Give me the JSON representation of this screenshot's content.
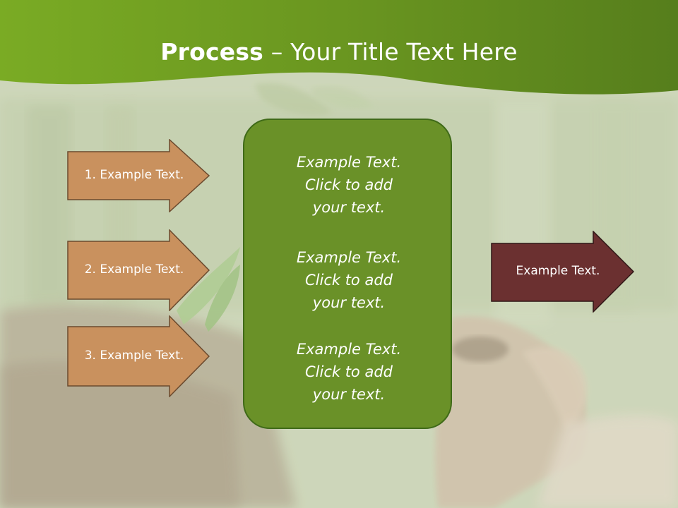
{
  "title": {
    "bold": "Process",
    "rest": " – Your Title Text Here"
  },
  "left_steps": [
    {
      "label": "1. Example Text."
    },
    {
      "label": "2. Example Text."
    },
    {
      "label": "3. Example Text."
    }
  ],
  "center_blocks": [
    {
      "lines": [
        "Example Text.",
        "Click  to add",
        "your text."
      ]
    },
    {
      "lines": [
        "Example Text.",
        "Click  to add",
        "your text."
      ]
    },
    {
      "lines": [
        "Example Text.",
        "Click  to add",
        "your text."
      ]
    }
  ],
  "output": {
    "label": "Example Text."
  },
  "colors": {
    "header_green": "#6e9a22",
    "step_arrow_fill": "#c9915e",
    "step_arrow_border": "#6b4a2e",
    "center_fill": "#6a9128",
    "output_fill": "#6b3030"
  }
}
